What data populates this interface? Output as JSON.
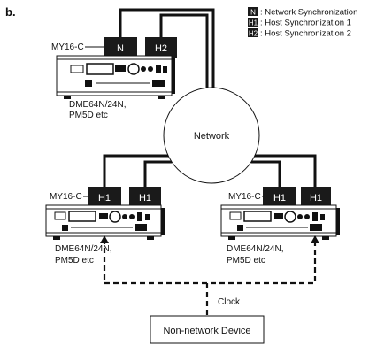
{
  "figure_label": "b.",
  "legend": [
    {
      "key": "N",
      "text": ": Network Synchronization"
    },
    {
      "key": "H1",
      "text": ": Host Synchronization 1"
    },
    {
      "key": "H2",
      "text": ": Host Synchronization 2"
    }
  ],
  "top_device": {
    "card_label": "MY16-C",
    "ports": [
      "N",
      "H2"
    ],
    "model_line1": "DME64N/24N,",
    "model_line2": "PM5D etc"
  },
  "network_label": "Network",
  "left_device": {
    "card_label": "MY16-C",
    "ports": [
      "H1",
      "H1"
    ],
    "model_line1": "DME64N/24N,",
    "model_line2": "PM5D etc"
  },
  "right_device": {
    "card_label": "MY16-C",
    "ports": [
      "H1",
      "H1"
    ],
    "model_line1": "DME64N/24N,",
    "model_line2": "PM5D etc"
  },
  "clock_label": "Clock",
  "non_network_label": "Non-network Device",
  "colors": {
    "line": "#111111",
    "port_fill": "#1a1a1a",
    "port_text": "#ffffff"
  }
}
